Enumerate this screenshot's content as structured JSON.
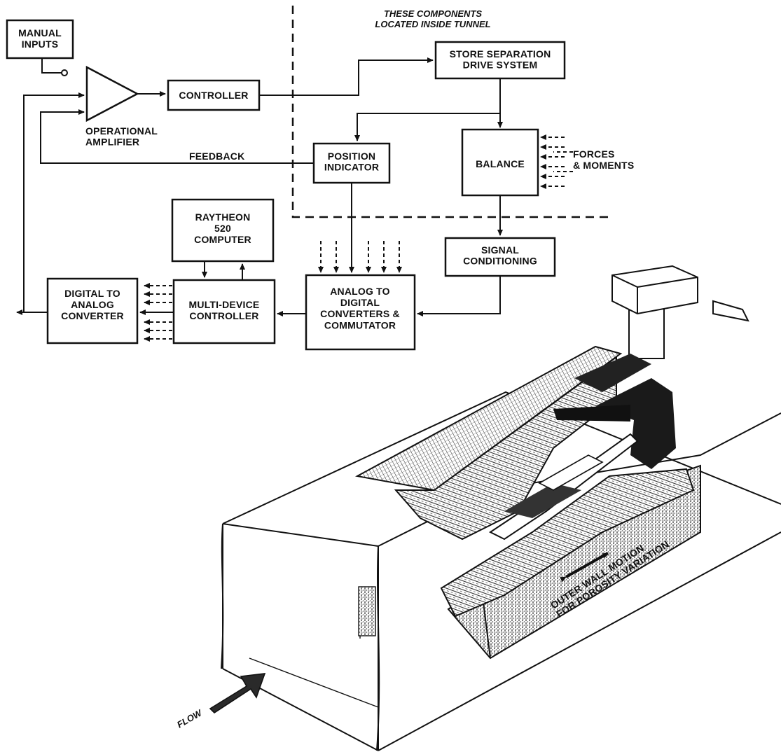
{
  "labels": {
    "manual_inputs": [
      "MANUAL",
      "INPUTS"
    ],
    "op_amp": [
      "OPERATIONAL",
      "AMPLIFIER"
    ],
    "controller": [
      "CONTROLLER"
    ],
    "feedback": [
      "FEEDBACK"
    ],
    "tunnel_note": [
      "THESE COMPONENTS",
      "LOCATED INSIDE TUNNEL"
    ],
    "store_separation": [
      "STORE SEPARATION",
      "DRIVE SYSTEM"
    ],
    "position_indicator": [
      "POSITION",
      "INDICATOR"
    ],
    "balance": [
      "BALANCE"
    ],
    "forces_moments": [
      "FORCES",
      "& MOMENTS"
    ],
    "computer": [
      "RAYTHEON",
      "520",
      "COMPUTER"
    ],
    "signal_conditioning": [
      "SIGNAL",
      "CONDITIONING"
    ],
    "digital_to_analog": [
      "DIGITAL TO",
      "ANALOG",
      "CONVERTER"
    ],
    "multi_device": [
      "MULTI-DEVICE",
      "CONTROLLER"
    ],
    "analog_to_digital": [
      "ANALOG TO",
      "DIGITAL",
      "CONVERTERS &",
      "COMMUTATOR"
    ],
    "outer_wall": [
      "OUTER WALL MOTION",
      "FOR POROSITY VARIATION"
    ],
    "flow": [
      "FLOW"
    ]
  }
}
